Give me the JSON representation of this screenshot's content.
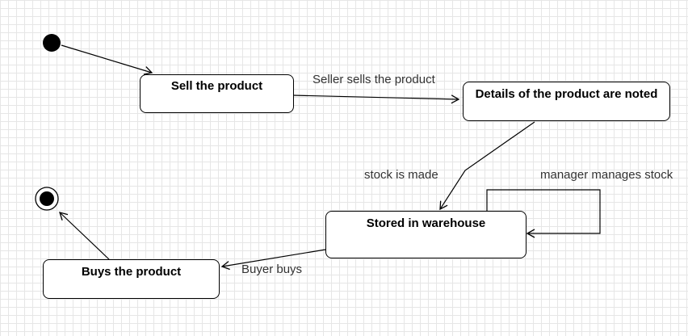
{
  "states": {
    "sell": "Sell the product",
    "details": "Details of the product are noted",
    "stored": "Stored in warehouse",
    "buys": "Buys the product"
  },
  "transitions": {
    "sell_to_details": "Seller sells the product",
    "details_to_stored": "stock is made",
    "stored_self": "manager manages stock",
    "stored_to_buys": "Buyer buys"
  },
  "colors": {
    "stroke": "#000000",
    "grid": "#e6e6e6",
    "label_text": "#333333"
  }
}
